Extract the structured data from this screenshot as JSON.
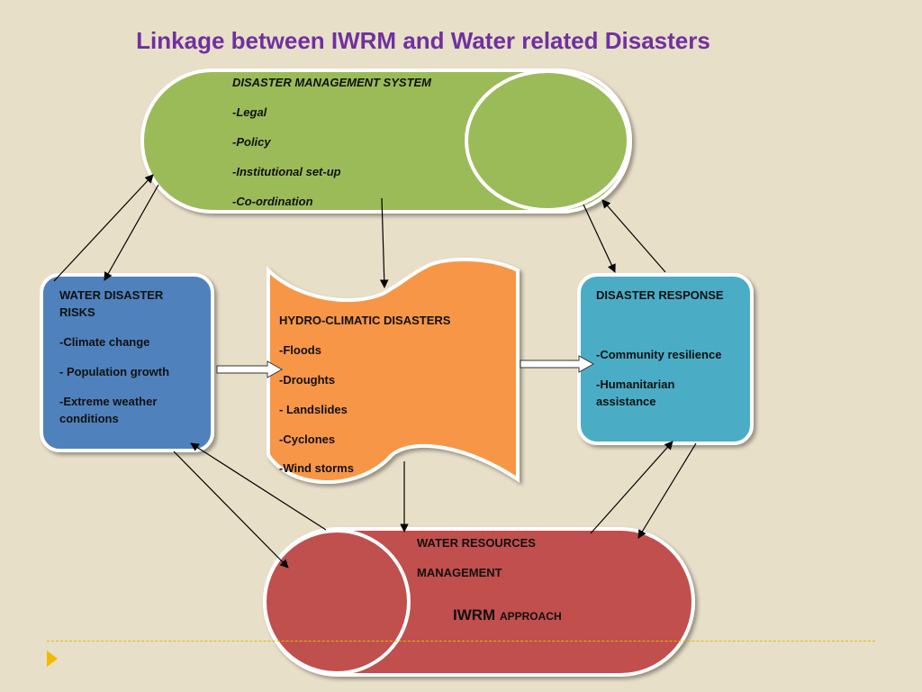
{
  "title": "Linkage between IWRM and Water related Disasters",
  "disaster_management": {
    "heading": "DISASTER MANAGEMENT SYSTEM",
    "items": [
      "-Legal",
      "-Policy",
      "-Institutional set-up",
      "-Co-ordination"
    ]
  },
  "water_disaster_risks": {
    "heading_line1": "WATER DISASTER",
    "heading_line2": "RISKS",
    "items": [
      "-Climate change",
      "- Population growth",
      "-Extreme weather",
      "conditions"
    ]
  },
  "hydro_climatic": {
    "heading": "HYDRO-CLIMATIC DISASTERS",
    "items": [
      "-Floods",
      "-Droughts",
      "- Landslides",
      "-Cyclones",
      "-Wind storms"
    ]
  },
  "disaster_response": {
    "heading": "DISASTER RESPONSE",
    "items": [
      "-Community resilience",
      "-Humanitarian",
      "assistance"
    ]
  },
  "water_resources": {
    "line1": "WATER RESOURCES",
    "line2": "MANAGEMENT",
    "iwrm": "IWRM",
    "approach": "APPROACH"
  },
  "colors": {
    "title": "#7030a0",
    "green": "#9bbb59",
    "blue": "#4f81bd",
    "orange": "#f79646",
    "cyan": "#4bacc6",
    "red": "#c0504d",
    "background": "#e8dfc8"
  }
}
